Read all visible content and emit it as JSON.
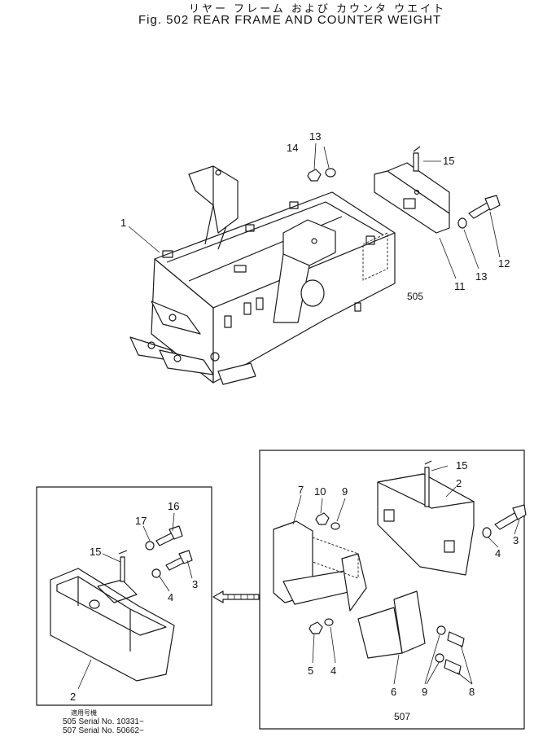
{
  "title": {
    "japanese": "リヤー フレーム および カウンタ ウエイト",
    "english": "Fig. 502 REAR FRAME AND COUNTER WEIGHT"
  },
  "main_view": {
    "callouts": [
      "1",
      "11",
      "12",
      "13",
      "13",
      "14",
      "15"
    ],
    "serial_label": "505"
  },
  "panel_507": {
    "callouts": [
      "2",
      "3",
      "4",
      "4",
      "5",
      "6",
      "7",
      "8",
      "9",
      "9",
      "10",
      "15"
    ],
    "serial_label": "507"
  },
  "panel_alt": {
    "callouts": [
      "2",
      "3",
      "4",
      "15",
      "16",
      "17"
    ]
  },
  "serial_notes": {
    "heading": "適用号機",
    "lines": [
      "505 Serial No. 10331~",
      "507 Serial No. 50662~"
    ]
  }
}
